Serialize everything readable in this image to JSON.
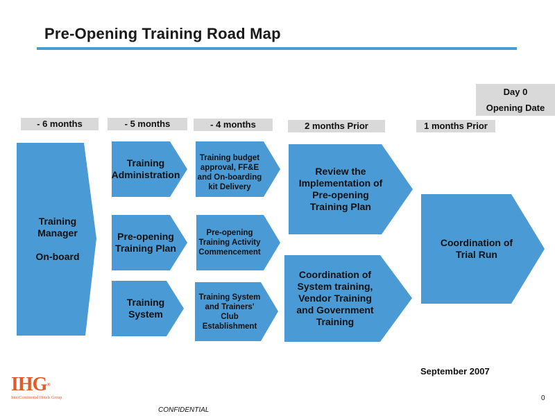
{
  "title": "Pre-Opening Training Road Map",
  "colors": {
    "accent": "#4a9ad6",
    "label_bg": "#d9d9d9",
    "arrow_fill": "#4a9ad6"
  },
  "milestones": {
    "m6": "- 6 months",
    "m5": "- 5 months",
    "m4": "- 4 months",
    "m2": "2 months Prior",
    "m1": "1 months Prior"
  },
  "day0": {
    "line1": "Day 0",
    "line2": "Opening Date"
  },
  "steps": {
    "training_manager": "Training\nManager\n\nOn-board",
    "training_administration": "Training\nAdministration",
    "preopening_training_plan": "Pre-opening\nTraining Plan",
    "training_system": "Training\nSystem",
    "budget_approval": "Training  budget\napproval,  FF&E\nand On-boarding\nkit Delivery",
    "activity_commencement": "Pre-opening\nTraining Activity\nCommencement",
    "trainers_club": "Training  System\nand Trainers'\nClub\nEstablishment",
    "review_implementation": "Review the\nImplementation of\nPre-opening\nTraining Plan",
    "coordination_system": "Coordination of\nSystem training,\nVendor Training\nand Government\nTraining",
    "coordination_trial": "Coordination of\nTrial Run"
  },
  "date": "September 2007",
  "page_number": "0",
  "confidential": "CONFIDENTIAL",
  "logo": {
    "mark": "IHG",
    "registered": "®",
    "subtitle": "InterContinental Hotels Group"
  }
}
